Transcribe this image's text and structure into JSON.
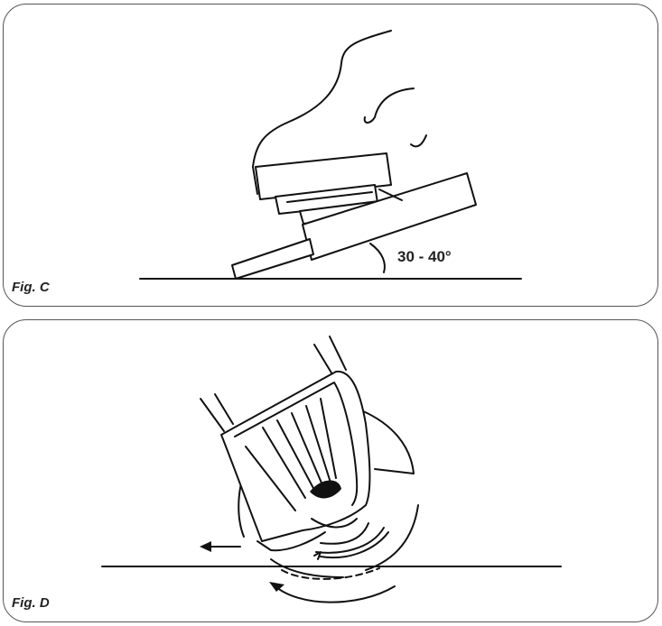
{
  "figures": {
    "c": {
      "label": "Fig. C",
      "angle_label": "30 - 40°"
    },
    "d": {
      "label": "Fig. D"
    }
  }
}
